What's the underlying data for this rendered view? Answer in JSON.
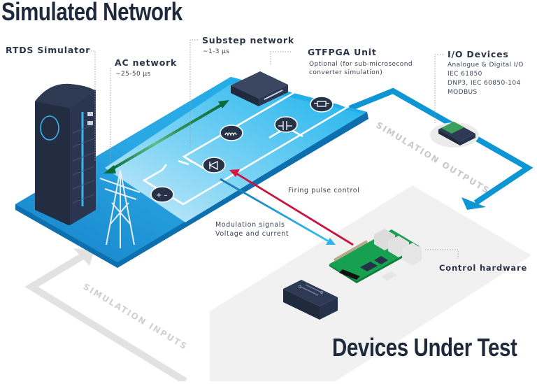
{
  "titles": {
    "main": "Simulated Network",
    "dut": "Devices Under Test"
  },
  "labels": {
    "rtds": {
      "title": "RTDS Simulator"
    },
    "ac_network": {
      "title": "AC network",
      "timestep": "~25-50 µs"
    },
    "substep": {
      "title": "Substep network",
      "timestep": "~1-3 µs"
    },
    "gtfpga": {
      "title": "GTFPGA Unit",
      "line1": "Optional (for sub-microsecond",
      "line2": "converter simulation)"
    },
    "io_devices": {
      "title": "I/O Devices",
      "items": [
        "Analogue & Digital I/O",
        "IEC 61850",
        "DNP3, IEC 60850-104",
        "MODBUS"
      ]
    },
    "firing": {
      "text": "Firing pulse control"
    },
    "modulation": {
      "line1": "Modulation signals",
      "line2": "Voltage and current"
    },
    "control_hw": {
      "title": "Control hardware"
    }
  },
  "flows": {
    "outputs": "SIMULATION OUTPUTS",
    "inputs": "SIMULATION INPUTS"
  },
  "colors": {
    "title": "#1e2a3c",
    "plate_blue": "#1b8fd0",
    "plate_light": "#58c6f0",
    "outputs_arrow": "#0e95d3",
    "inputs_arrow": "#e3e3e3",
    "dut_plate": "#f1f1f1",
    "firing_arrow": "#c8143f",
    "modulation_arrow": "#2fb6e6",
    "green_arrow": "#0a6a3a",
    "dark_device": "#263248",
    "pcb_green": "#16a050"
  },
  "components": [
    "voltage-source",
    "inductor",
    "capacitor",
    "resistor",
    "diode-switch"
  ]
}
